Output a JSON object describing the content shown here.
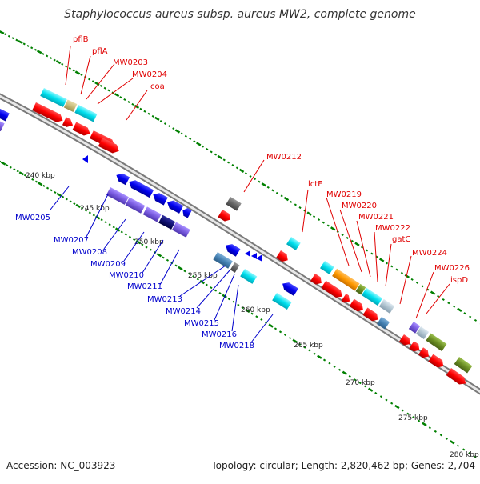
{
  "title": "Staphylococcus aureus subsp. aureus MW2, complete genome",
  "footer": {
    "accession": "Accession: NC_003923",
    "summary": "Topology: circular; Length: 2,820,462 bp; Genes: 2,704"
  },
  "kbp_labels": [
    "240 kbp",
    "245 kbp",
    "250 kbp",
    "255 kbp",
    "260 kbp",
    "265 kbp",
    "270 kbp",
    "275 kbp",
    "280 kbp"
  ],
  "red_labels": [
    "pflB",
    "pflA",
    "MW0203",
    "MW0204",
    "coa",
    "MW0212",
    "lctE",
    "MW0219",
    "MW0220",
    "MW0221",
    "MW0222",
    "gatC",
    "MW0224",
    "MW0226",
    "ispD"
  ],
  "blue_labels": [
    "MW0205",
    "MW0207",
    "MW0208",
    "MW0209",
    "MW0210",
    "MW0211",
    "MW0213",
    "MW0214",
    "MW0215",
    "MW0216",
    "MW0218"
  ],
  "colors": {
    "forward_label": "#e00000",
    "reverse_label": "#0000cc",
    "backbone": "#808080",
    "tick": "#008000",
    "cds_red": "#ff0000",
    "cds_blue": "#0000ff",
    "cyan": "#00e5ee",
    "purple": "#8060e0",
    "orange": "#ff9900",
    "steel": "#4682b4",
    "gray": "#666666",
    "olive": "#6b8e23",
    "tan": "#c8bc7a"
  }
}
